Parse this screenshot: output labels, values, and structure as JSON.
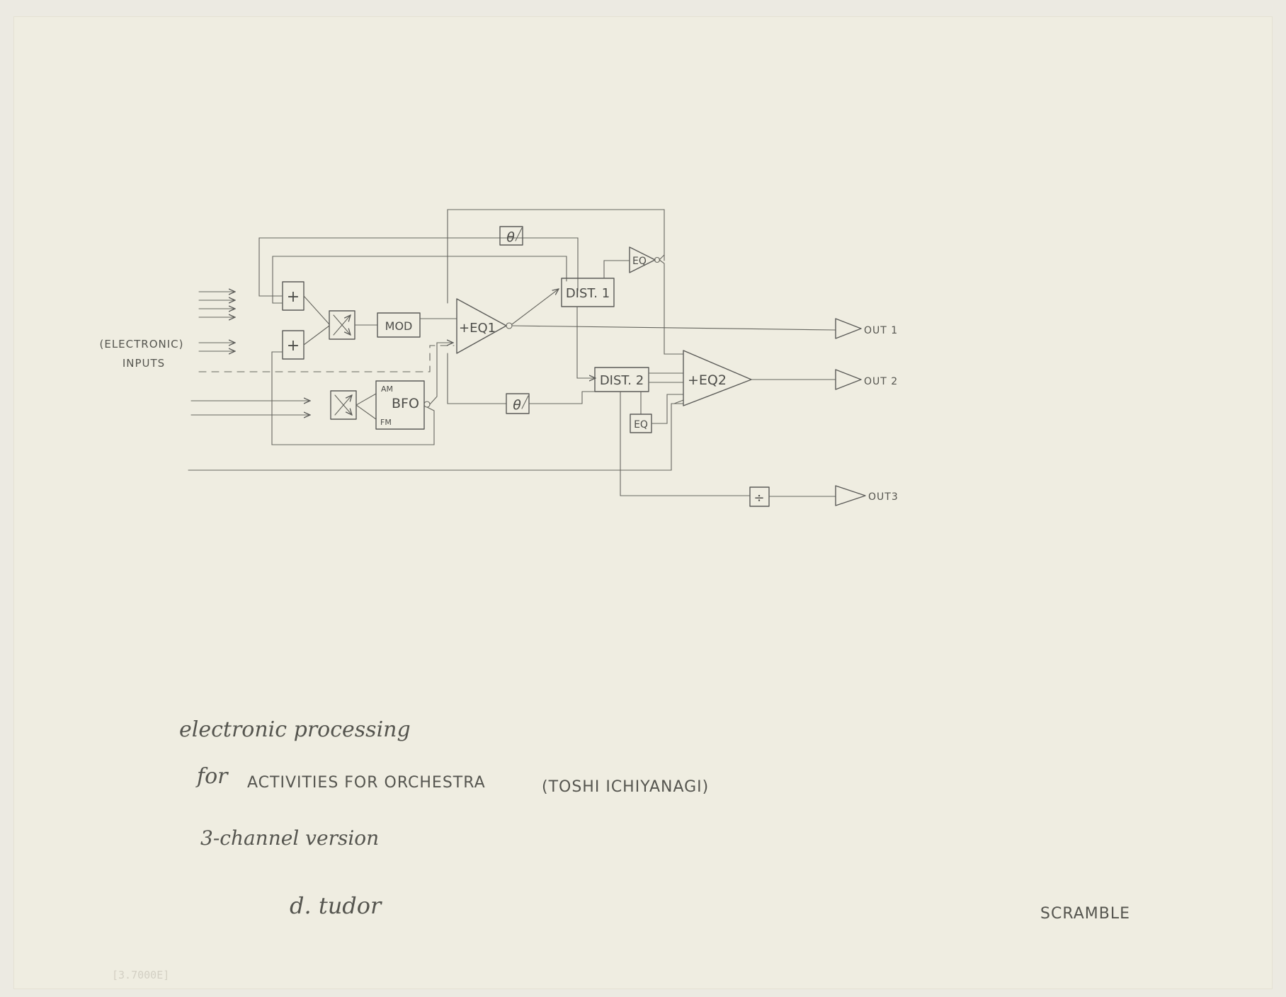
{
  "diagram": {
    "inputs_label_line1": "(ELECTRONIC)",
    "inputs_label_line2": "INPUTS",
    "blocks": {
      "plus_top": "+",
      "plus_bottom": "+",
      "mod": "MOD",
      "eq1": "+EQ1",
      "dist1": "DIST. 1",
      "dist2": "DIST. 2",
      "eq2": "+EQ2",
      "eq_top": "EQ",
      "eq_bottom": "EQ",
      "bfo": "BFO",
      "bfo_am": "AM",
      "bfo_fm": "FM",
      "phase_top": "θ",
      "phase_bottom": "θ",
      "divider": "÷"
    },
    "outputs": [
      "OUT 1",
      "OUT 2",
      "OUT3"
    ]
  },
  "notes": {
    "line1": "electronic processing",
    "line2_a": "for",
    "line2_b": "ACTIVITIES FOR ORCHESTRA",
    "line2_c": "(TOSHI ICHIYANAGI)",
    "line3": "3-channel version",
    "signature": "d. tudor",
    "tag": "SCRAMBLE",
    "stamp": "[3.7000E]"
  },
  "colors": {
    "paper": "#efede1",
    "pencil": "#5b5b58"
  }
}
